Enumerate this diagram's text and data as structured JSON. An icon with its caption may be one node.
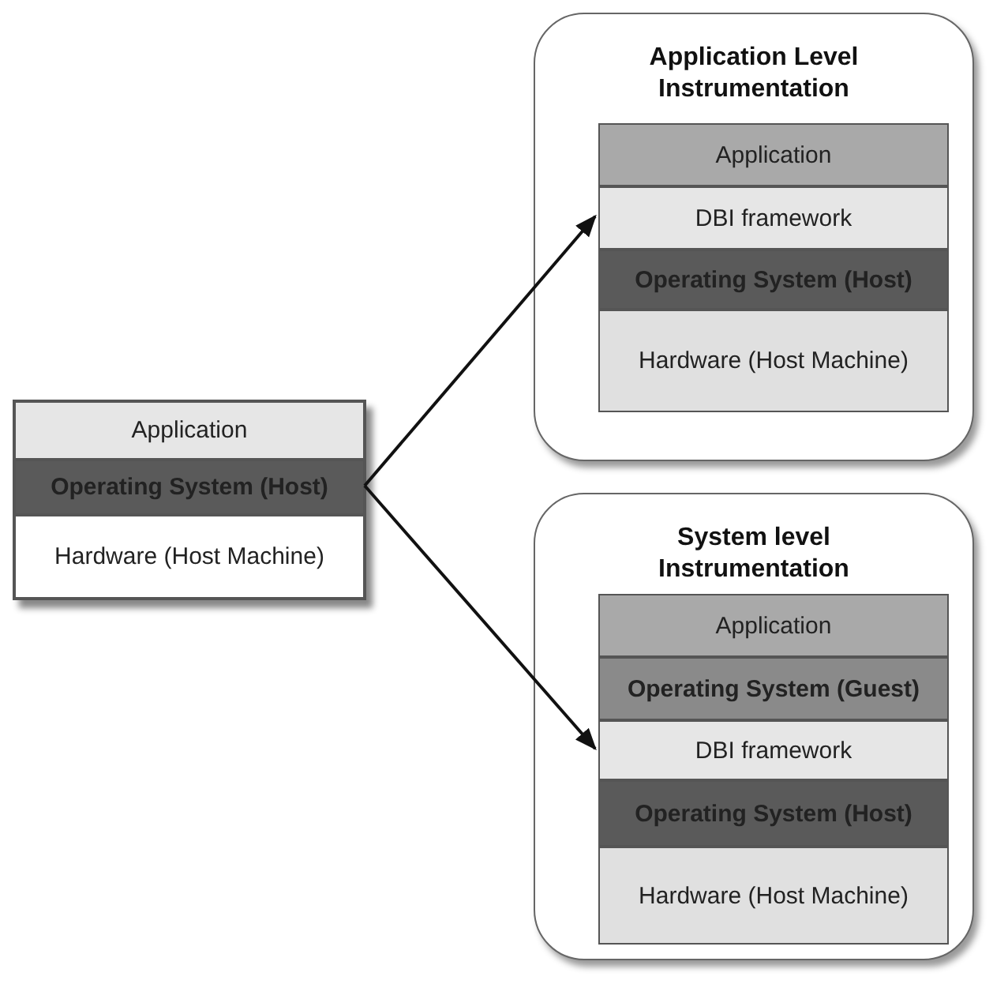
{
  "diagram": {
    "nodes": [
      {
        "text": [],
        "shape": "box"
      },
      {
        "text": [
          "Application"
        ],
        "in": 0
      },
      {
        "text": [
          "Operating System (Host)"
        ],
        "in": 0
      },
      {
        "text": [
          "Hardware (Host Machine)"
        ],
        "in": 0
      },
      {
        "text": [
          "Application Level Instrumentation"
        ]
      },
      {
        "text": [
          "Application"
        ],
        "in": 4
      },
      {
        "text": [
          "DBI framework"
        ],
        "in": 4
      },
      {
        "text": [
          "Operating System (Host)"
        ],
        "in": 4
      },
      {
        "text": [
          "Hardware (Host Machine)"
        ],
        "in": 4
      },
      {
        "text": [
          "System level Instrumentation"
        ]
      },
      {
        "text": [
          "Application"
        ],
        "in": 9
      },
      {
        "text": [
          "Operating System (Guest)"
        ],
        "in": 9
      },
      {
        "text": [
          "DBI framework"
        ],
        "in": 9
      },
      {
        "text": [
          "Operating System (Host)"
        ],
        "in": 9
      },
      {
        "text": [
          "Hardware (Host Machine)"
        ],
        "in": 9
      }
    ],
    "edges": [
      {
        "from": 2,
        "to": 6,
        "arrow": "to"
      },
      {
        "from": 2,
        "to": 12,
        "arrow": "to"
      }
    ]
  }
}
